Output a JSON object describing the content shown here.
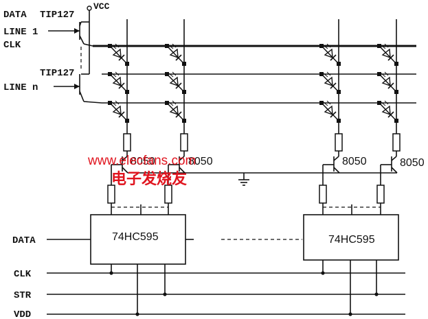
{
  "labels": {
    "data_top": "DATA",
    "tip_top": "TIP127",
    "vcc": "VCC",
    "line1": "LINE 1",
    "clk_top": "CLK",
    "tip_n": "TIP127",
    "line_n": "LINE n",
    "t1": "8050",
    "t2": "8050",
    "t3": "8050",
    "t4": "8050",
    "ic1": "74HC595",
    "ic2": "74HC595",
    "data_bus": "DATA",
    "clk_bus": "CLK",
    "str_bus": "STR",
    "vdd_bus": "VDD"
  },
  "watermark": {
    "url": "www.elecfans.com",
    "cn": "电子发烧友",
    "color": "#e0141e"
  }
}
